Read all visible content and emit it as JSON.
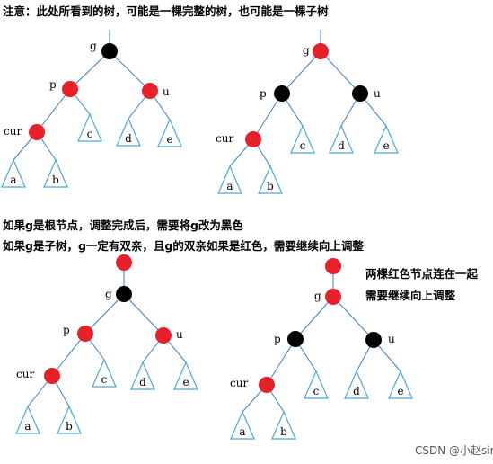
{
  "texts": {
    "note": "注意：此处所看到的树，可能是一棵完整的树，也可能是一棵子树",
    "line1": "如果g是根节点，调整完成后，需要将g改为黑色",
    "line2": "如果g是子树，g一定有双亲，且g的双亲如果是红色，需要继续向上调整",
    "side1": "两棵红色节点连在一起",
    "side2": "需要继续向上调整",
    "watermark": "CSDN @小赵sir"
  },
  "labels": {
    "g": "g",
    "p": "p",
    "u": "u",
    "cur": "cur",
    "a": "a",
    "b": "b",
    "c": "c",
    "d": "d",
    "e": "e"
  },
  "colors": {
    "red": "#e8202a",
    "black": "#000000",
    "edge": "#3a7ec8",
    "triangle": "#4aa8d8"
  },
  "trees": [
    {
      "id": "t1",
      "nodes": {
        "parent": null,
        "g": "black",
        "p": "red",
        "u": "red",
        "cur": "red"
      }
    },
    {
      "id": "t2",
      "nodes": {
        "parent": null,
        "g": "red",
        "p": "black",
        "u": "black",
        "cur": "red"
      }
    },
    {
      "id": "t3",
      "nodes": {
        "parent": "red",
        "g": "black",
        "p": "red",
        "u": "red",
        "cur": "red"
      }
    },
    {
      "id": "t4",
      "nodes": {
        "parent": "red",
        "g": "red",
        "p": "black",
        "u": "black",
        "cur": "red"
      }
    }
  ]
}
